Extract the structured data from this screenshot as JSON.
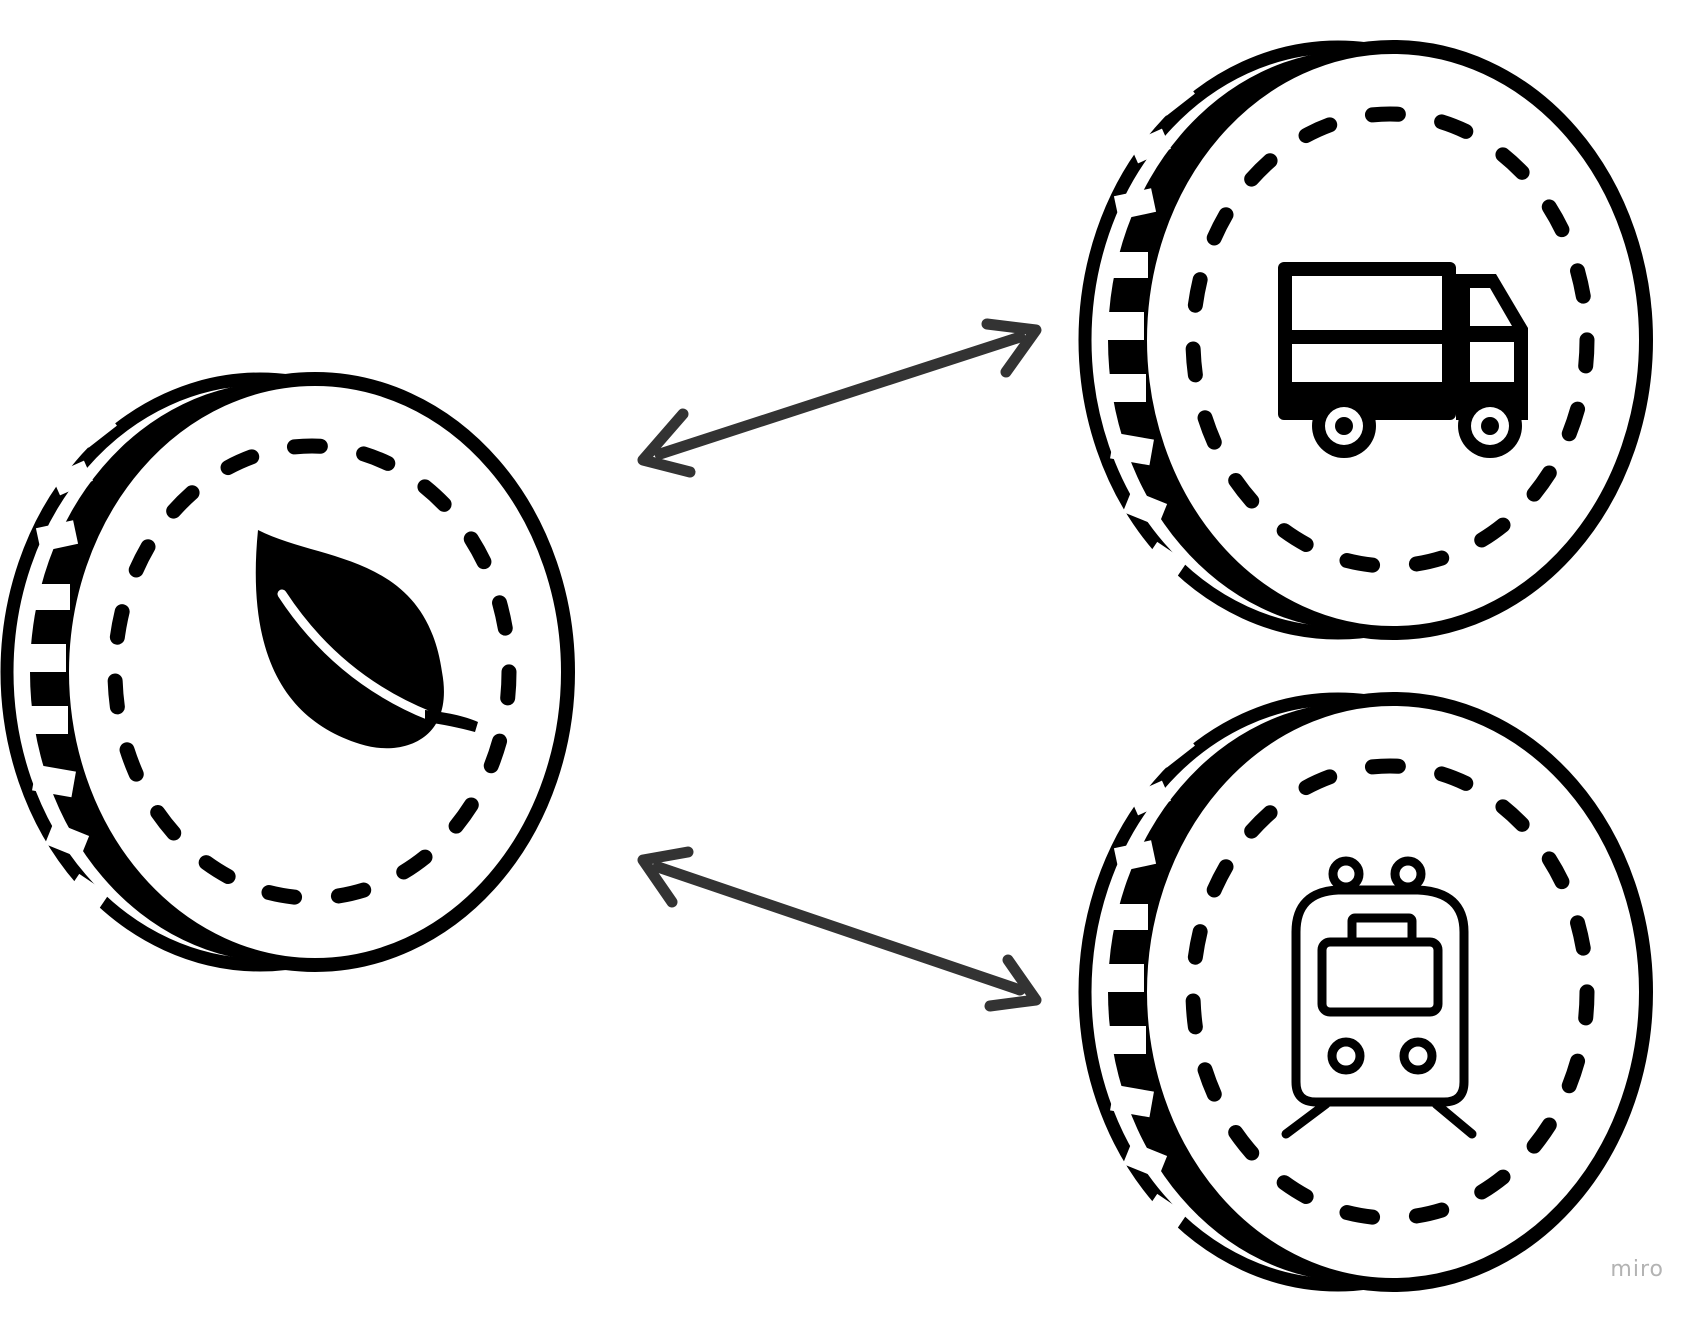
{
  "canvas": {
    "background": "#ffffff",
    "ink_color": "#000000",
    "arrow_color": "#333333"
  },
  "nodes": [
    {
      "id": "leaf-coin",
      "icon": "leaf-icon"
    },
    {
      "id": "truck-coin",
      "icon": "truck-icon"
    },
    {
      "id": "train-coin",
      "icon": "train-icon"
    }
  ],
  "edges": [
    {
      "from": "leaf-coin",
      "to": "truck-coin",
      "direction": "bidirectional"
    },
    {
      "from": "leaf-coin",
      "to": "train-coin",
      "direction": "bidirectional"
    }
  ],
  "watermark": {
    "text": "miro",
    "color": "#b3b3b3"
  }
}
